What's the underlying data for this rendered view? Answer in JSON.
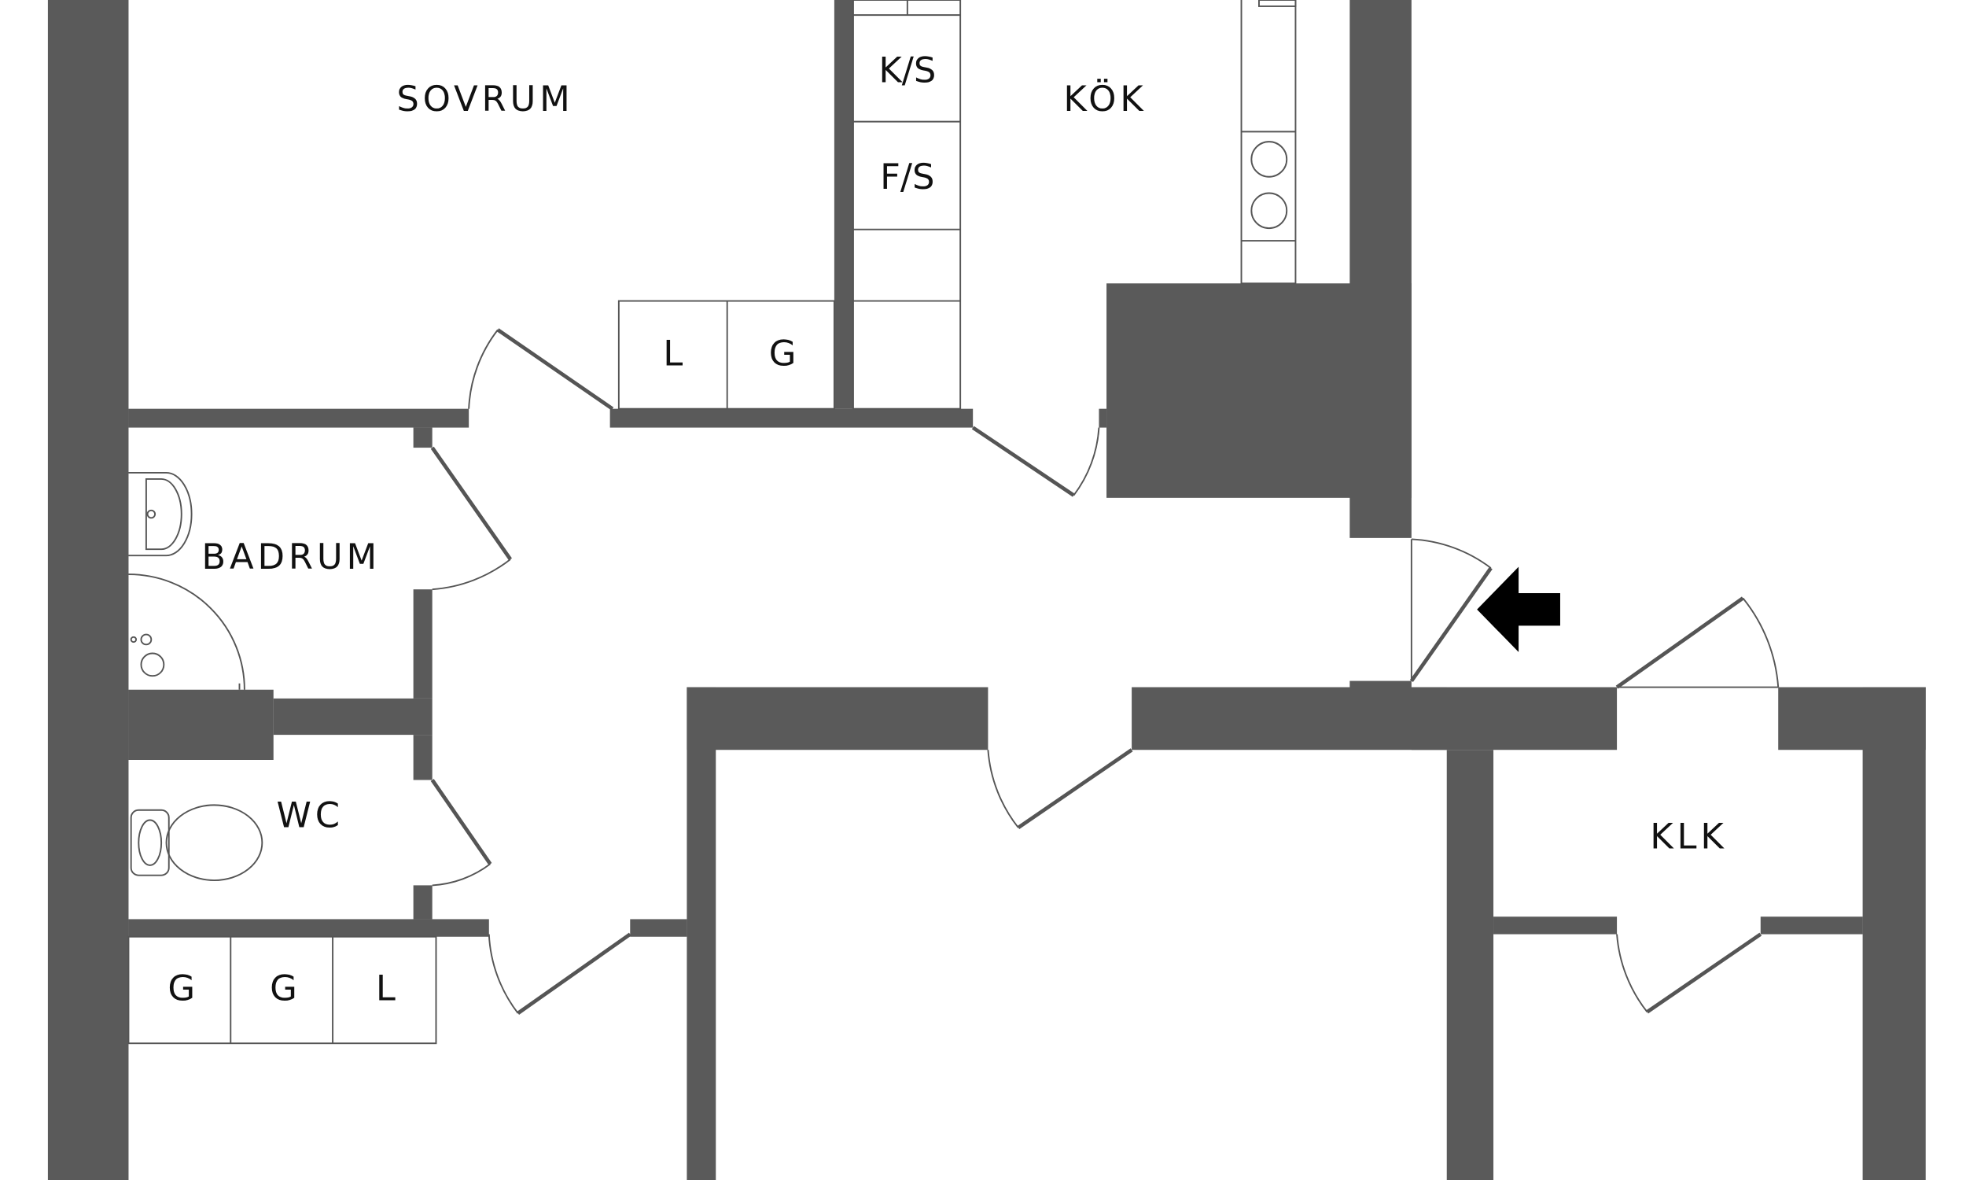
{
  "rooms": {
    "sovrum": "SOVRUM",
    "kok": "KÖK",
    "badrum": "BADRUM",
    "wc": "WC",
    "klk": "KLK"
  },
  "cabinets": {
    "kitchen_ks": "K/S",
    "kitchen_fs": "F/S",
    "hall_top": [
      "L",
      "G"
    ],
    "hall_bottom": [
      "G",
      "G",
      "L"
    ]
  },
  "colors": {
    "wall": "#5a5a5a",
    "background": "#ffffff"
  },
  "icons": {
    "entrance": "arrow-left-icon"
  }
}
